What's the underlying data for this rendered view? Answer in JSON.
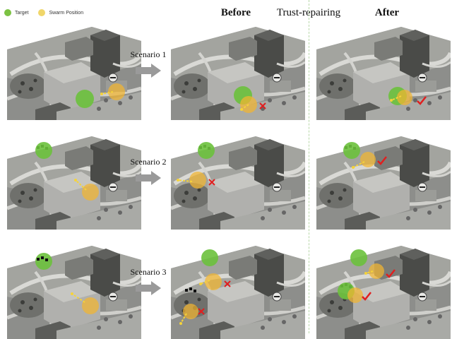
{
  "legend": [
    {
      "label": "Target",
      "color": "#7cc243"
    },
    {
      "label": "Swarm Position",
      "color": "#f0c630"
    }
  ],
  "headers": {
    "before": "Before",
    "middle": "Trust-repairing",
    "after": "After"
  },
  "scenarios": [
    {
      "label": "Scenario 1"
    },
    {
      "label": "Scenario 2"
    },
    {
      "label": "Scenario 3"
    }
  ],
  "colors": {
    "target": "#6cc13c",
    "swarm": "#f2b630",
    "cross": "#e01f1f",
    "check": "#e01f1f"
  }
}
